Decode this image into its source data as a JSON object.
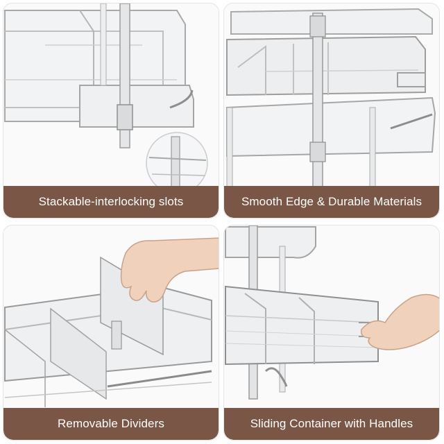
{
  "panels": [
    {
      "caption": "Stackable-interlocking slots"
    },
    {
      "caption": "Smooth Edge & Durable Materials"
    },
    {
      "caption": "Removable Dividers"
    },
    {
      "caption": "Sliding Container with Handles"
    }
  ],
  "colors": {
    "caption_bg": "#7a5646",
    "caption_text": "#ffffff",
    "plastic_edge": "#9a9a9a"
  }
}
